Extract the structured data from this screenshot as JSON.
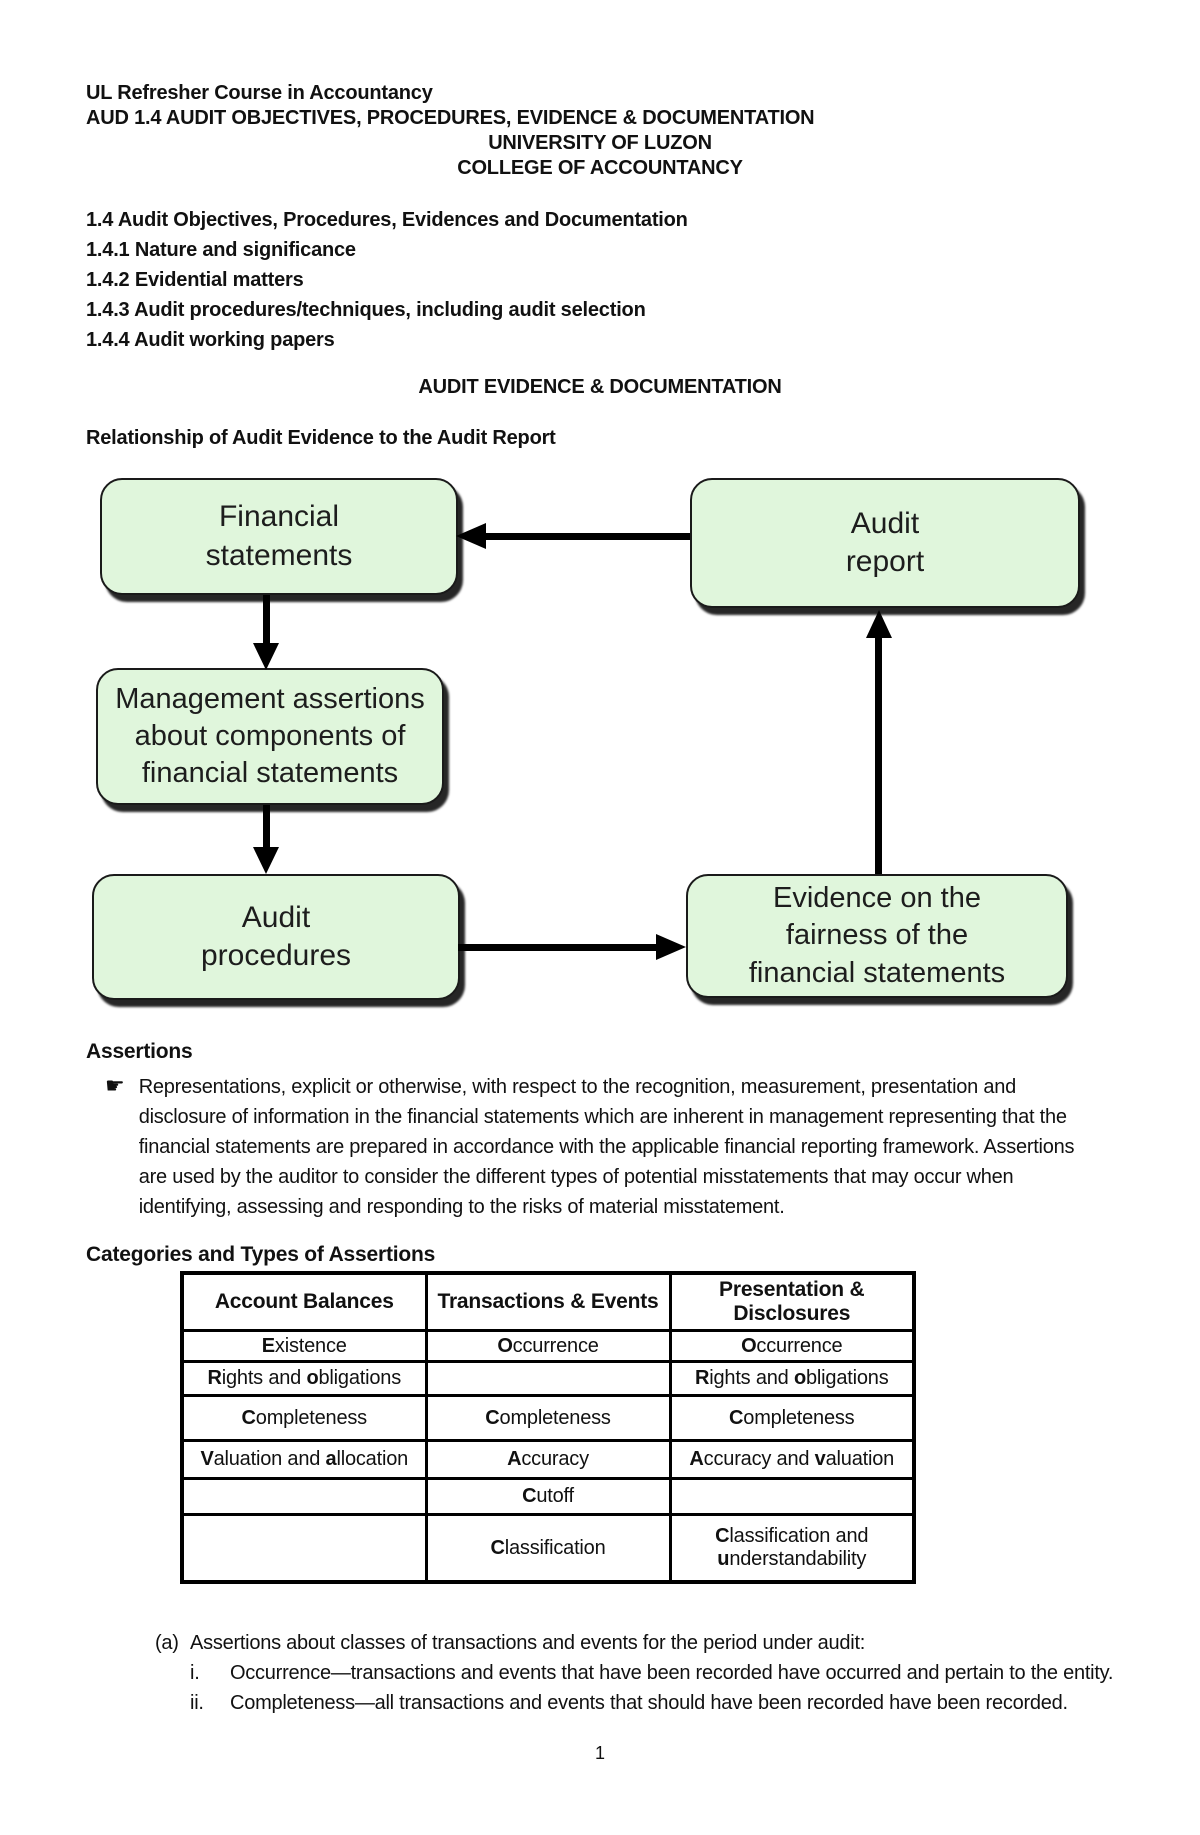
{
  "header": {
    "line1": "UL Refresher Course in Accountancy",
    "line2": "AUD 1.4 AUDIT OBJECTIVES, PROCEDURES, EVIDENCE & DOCUMENTATION",
    "line3": "UNIVERSITY OF LUZON",
    "line4": "COLLEGE OF ACCOUNTANCY"
  },
  "outline": [
    "1.4 Audit Objectives, Procedures, Evidences and Documentation",
    "1.4.1 Nature and significance",
    "1.4.2 Evidential matters",
    "1.4.3 Audit procedures/techniques, including audit selection",
    "1.4.4 Audit working papers"
  ],
  "section_title": "AUDIT EVIDENCE & DOCUMENTATION",
  "diagram": {
    "heading": "Relationship of Audit Evidence to the Audit Report",
    "box_fill_color": "#e0f6dc",
    "boxes": {
      "financial_statements": "Financial\nstatements",
      "audit_report": "Audit\nreport",
      "management_assertions": "Management assertions\nabout components of\nfinancial statements",
      "audit_procedures": "Audit\nprocedures",
      "evidence_fairness": "Evidence on the\nfairness of the\nfinancial statements"
    },
    "arrows": [
      "audit-report to financial-statements",
      "financial-statements to management-assertions",
      "management-assertions to audit-procedures",
      "audit-procedures to evidence-fairness",
      "evidence-fairness to audit-report"
    ]
  },
  "assertions": {
    "heading": "Assertions",
    "bullet_icon": "☛",
    "text": "Representations, explicit or otherwise, with respect to the recognition, measurement, presentation and disclosure of information in the financial statements which are inherent in management representing that the financial statements are prepared in accordance with the applicable financial reporting framework. Assertions are used by the auditor to consider the different types of potential misstatements that may occur when identifying, assessing and responding to the risks of material misstatement."
  },
  "categories": {
    "heading": "Categories and Types of Assertions",
    "table": {
      "headers": [
        "Account Balances",
        "Transactions & Events",
        "Presentation &\nDisclosures"
      ],
      "rows": [
        [
          "Existence",
          "Occurrence",
          "Occurrence"
        ],
        [
          "Rights and obligations",
          "",
          "Rights and obligations"
        ],
        [
          "Completeness",
          "Completeness",
          "Completeness"
        ],
        [
          "Valuation and allocation",
          "Accuracy",
          "Accuracy and valuation"
        ],
        [
          "",
          "Cutoff",
          ""
        ],
        [
          "",
          "Classification",
          "Classification and understandability"
        ]
      ]
    }
  },
  "notes": {
    "a_label": "(a)",
    "a_text": "Assertions about classes of transactions and events for the period under audit:",
    "items": [
      {
        "label": "i.",
        "text": "Occurrence—transactions and events that have been recorded have occurred and pertain to the entity."
      },
      {
        "label": "ii.",
        "text": "Completeness—all transactions and events that should have been recorded have been recorded."
      }
    ]
  },
  "page_number": "1"
}
